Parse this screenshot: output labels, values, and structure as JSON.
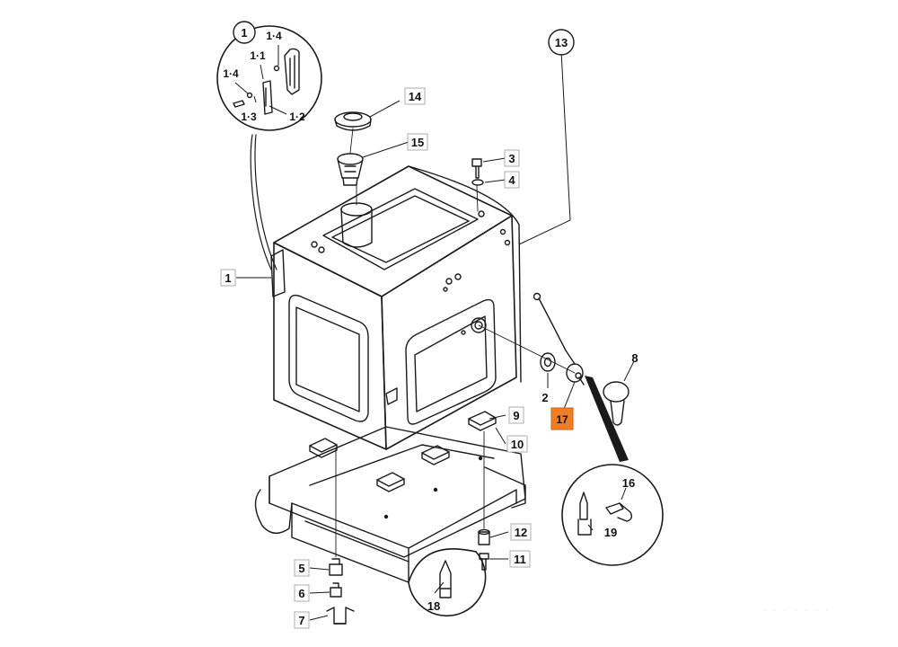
{
  "callouts": [
    {
      "label": "1"
    },
    {
      "label": "2"
    },
    {
      "label": "3"
    },
    {
      "label": "4"
    },
    {
      "label": "5"
    },
    {
      "label": "6"
    },
    {
      "label": "7"
    },
    {
      "label": "8"
    },
    {
      "label": "9"
    },
    {
      "label": "10"
    },
    {
      "label": "11"
    },
    {
      "label": "12"
    },
    {
      "label": "13"
    },
    {
      "label": "14"
    },
    {
      "label": "15"
    },
    {
      "label": "16"
    },
    {
      "label": "17"
    },
    {
      "label": "18"
    },
    {
      "label": "19"
    }
  ],
  "detail_1": {
    "number": "1",
    "labels": [
      "1·4",
      "1·1",
      "1·4",
      "1·3",
      "1·2"
    ]
  },
  "highlight": {
    "label": "17",
    "color": "#f07e26"
  },
  "watermark": "· · · · · · ·"
}
